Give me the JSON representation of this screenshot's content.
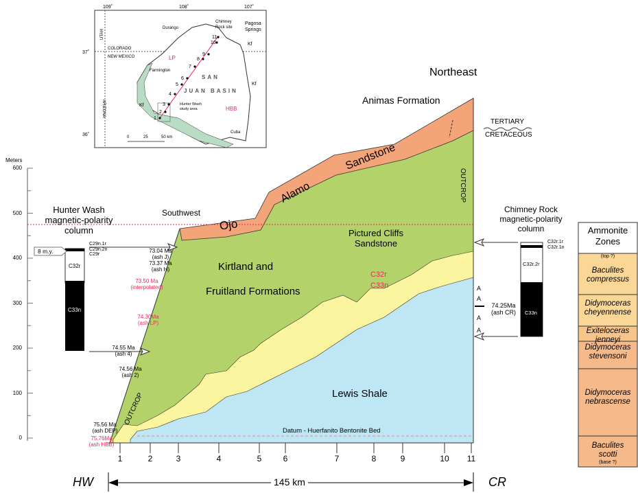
{
  "map": {
    "lon_labels": [
      "109˚",
      "108˚",
      "107˚"
    ],
    "lat_labels": [
      "37˚",
      "36˚"
    ],
    "states": [
      "UTAH",
      "COLORADO",
      "NEW MEXICO",
      "ARIZONA"
    ],
    "towns": [
      "Durango",
      "Farmington",
      "Cuba",
      "Pagosa",
      "Springs",
      "Chimney",
      "Rock site"
    ],
    "basin": [
      "SAN",
      "JUAN BASIN"
    ],
    "kf": "Kf",
    "lp": "LP",
    "hbb": "HBB",
    "study": [
      "Hunter Wash",
      "study area"
    ],
    "scale": [
      "0",
      "25",
      "50 km"
    ],
    "stations": [
      "1",
      "2",
      "3",
      "4",
      "5",
      "6",
      "7",
      "8",
      "9",
      "10",
      "11"
    ]
  },
  "axis": {
    "title": "Meters",
    "ticks": [
      "0",
      "100",
      "200",
      "300",
      "400",
      "500",
      "600"
    ]
  },
  "hunter": {
    "title": [
      "Hunter Wash",
      "magnetic-polarity",
      "column"
    ],
    "my": "8 m.y.",
    "chrons": [
      "C29n.1r",
      "C29n.2n",
      "C29r"
    ],
    "c32r": "C32r",
    "c33n": "C33n"
  },
  "ages": [
    {
      "a": "73.04 Ma",
      "b": "(ash J)"
    },
    {
      "a": "73.37 Ma",
      "b": "(ash H)"
    },
    {
      "a": "73.50 Ma",
      "b": "(interpolated)"
    },
    {
      "a": "74.30Ma",
      "b": "(ash LP)"
    },
    {
      "a": "74.55 Ma",
      "b": "(ash 4)"
    },
    {
      "a": "74.56 Ma",
      "b": "(ash 2)"
    },
    {
      "a": "75.56 Ma",
      "b": "(ash DEP)"
    },
    {
      "a": "75.76Ma",
      "b": "(ash HBB)"
    }
  ],
  "section": {
    "southwest": "Southwest",
    "northeast": "Northeast",
    "animas": "Animas Formation",
    "ojo": "Ojo",
    "alamo": "Alamo",
    "sandstone": "Sandstone",
    "tertiary": "TERTIARY",
    "cretaceous": "CRETACEOUS",
    "outcrop": "OUTCROP",
    "kirtland": "Kirtland and",
    "fruitland": "Fruitland Formations",
    "pictured": "Pictured Cliffs",
    "pc_sandstone": "Sandstone",
    "c32r": "C32r",
    "c33n": "C33n",
    "lewis": "Lewis Shale",
    "datum": "Datum - Huerfanito Bentonite Bed",
    "a": "A"
  },
  "chimney": {
    "title": [
      "Chimney Rock",
      "magnetic-polarity",
      "column"
    ],
    "chrons": [
      "C32r.1r",
      "C32r.1n"
    ],
    "c32r2r": "C32r.2r",
    "c33n": "C33n",
    "age": "74.25Ma",
    "ash": "(ash CR)"
  },
  "zones": {
    "title": [
      "Ammonite",
      "Zones"
    ],
    "top": "(top ?)",
    "base": "(base ?)",
    "items": [
      [
        "Baculites",
        "compressus"
      ],
      [
        "Didymoceras",
        "cheyennense"
      ],
      [
        "Exiteloceras",
        "jenneyi"
      ],
      [
        "Didymoceras",
        "stevensoni"
      ],
      [
        "Didymoceras",
        "nebrascense"
      ],
      [
        "Baculites",
        "scotti"
      ]
    ]
  },
  "bottom": {
    "stations": [
      "1",
      "2",
      "3",
      "4",
      "5",
      "6",
      "7",
      "8",
      "9",
      "10",
      "11"
    ],
    "hw": "HW",
    "cr": "CR",
    "distance": "145 km"
  },
  "colors": {
    "green": "#b4d26a",
    "yellow": "#fbf5a0",
    "blue": "#bfe6f5",
    "orange": "#f3a478",
    "zone1": "#fad796",
    "zone2": "#f6b98a",
    "red": "#e8285a"
  }
}
